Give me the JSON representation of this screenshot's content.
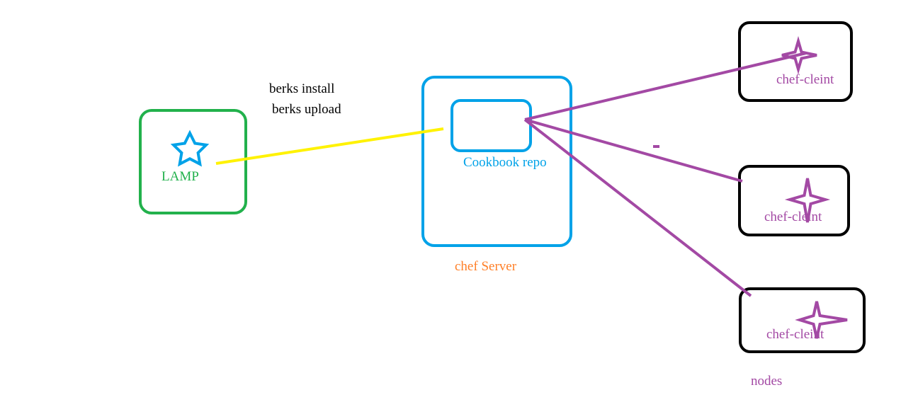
{
  "commands": [
    "berks install",
    "berks upload"
  ],
  "lamp": {
    "label": "LAMP",
    "color": "#22b14c",
    "icon": "star-icon"
  },
  "server": {
    "label": "chef Server",
    "repo_label": "Cookbook repo",
    "box_color": "#00a2e8",
    "label_color": "#ff7f27"
  },
  "nodes": {
    "group_label": "nodes",
    "items": [
      {
        "label": "chef-cleint",
        "icon": "sparkle-icon"
      },
      {
        "label": "chef-cleint",
        "icon": "sparkle-icon"
      },
      {
        "label": "chef-cleint",
        "icon": "sparkle-icon"
      }
    ]
  },
  "connectors": {
    "upload_color": "#fff200",
    "node_color": "#a349a4"
  },
  "stray_mark": "-"
}
